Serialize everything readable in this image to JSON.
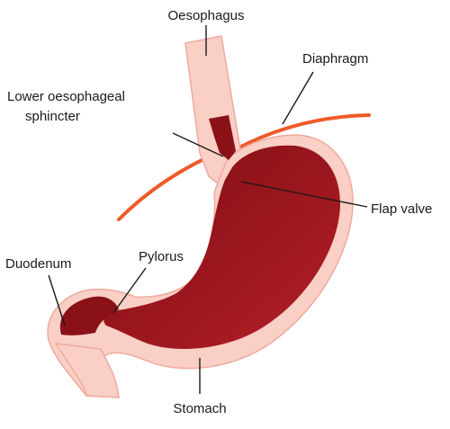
{
  "labels": {
    "oesophagus": "Oesophagus",
    "diaphragm": "Diaphragm",
    "lower_sphincter_line1": "Lower oesophageal",
    "lower_sphincter_line2": "sphincter",
    "flap_valve": "Flap valve",
    "duodenum": "Duodenum",
    "pylorus": "Pylorus",
    "stomach": "Stomach"
  },
  "colors": {
    "wall": "#f9cfc6",
    "wall_outline": "#f0a99f",
    "lumen": "#8b1118",
    "lumen_light": "#b01e26",
    "diaphragm": "#ef5a2a",
    "leader_line": "#1a1a1a"
  }
}
